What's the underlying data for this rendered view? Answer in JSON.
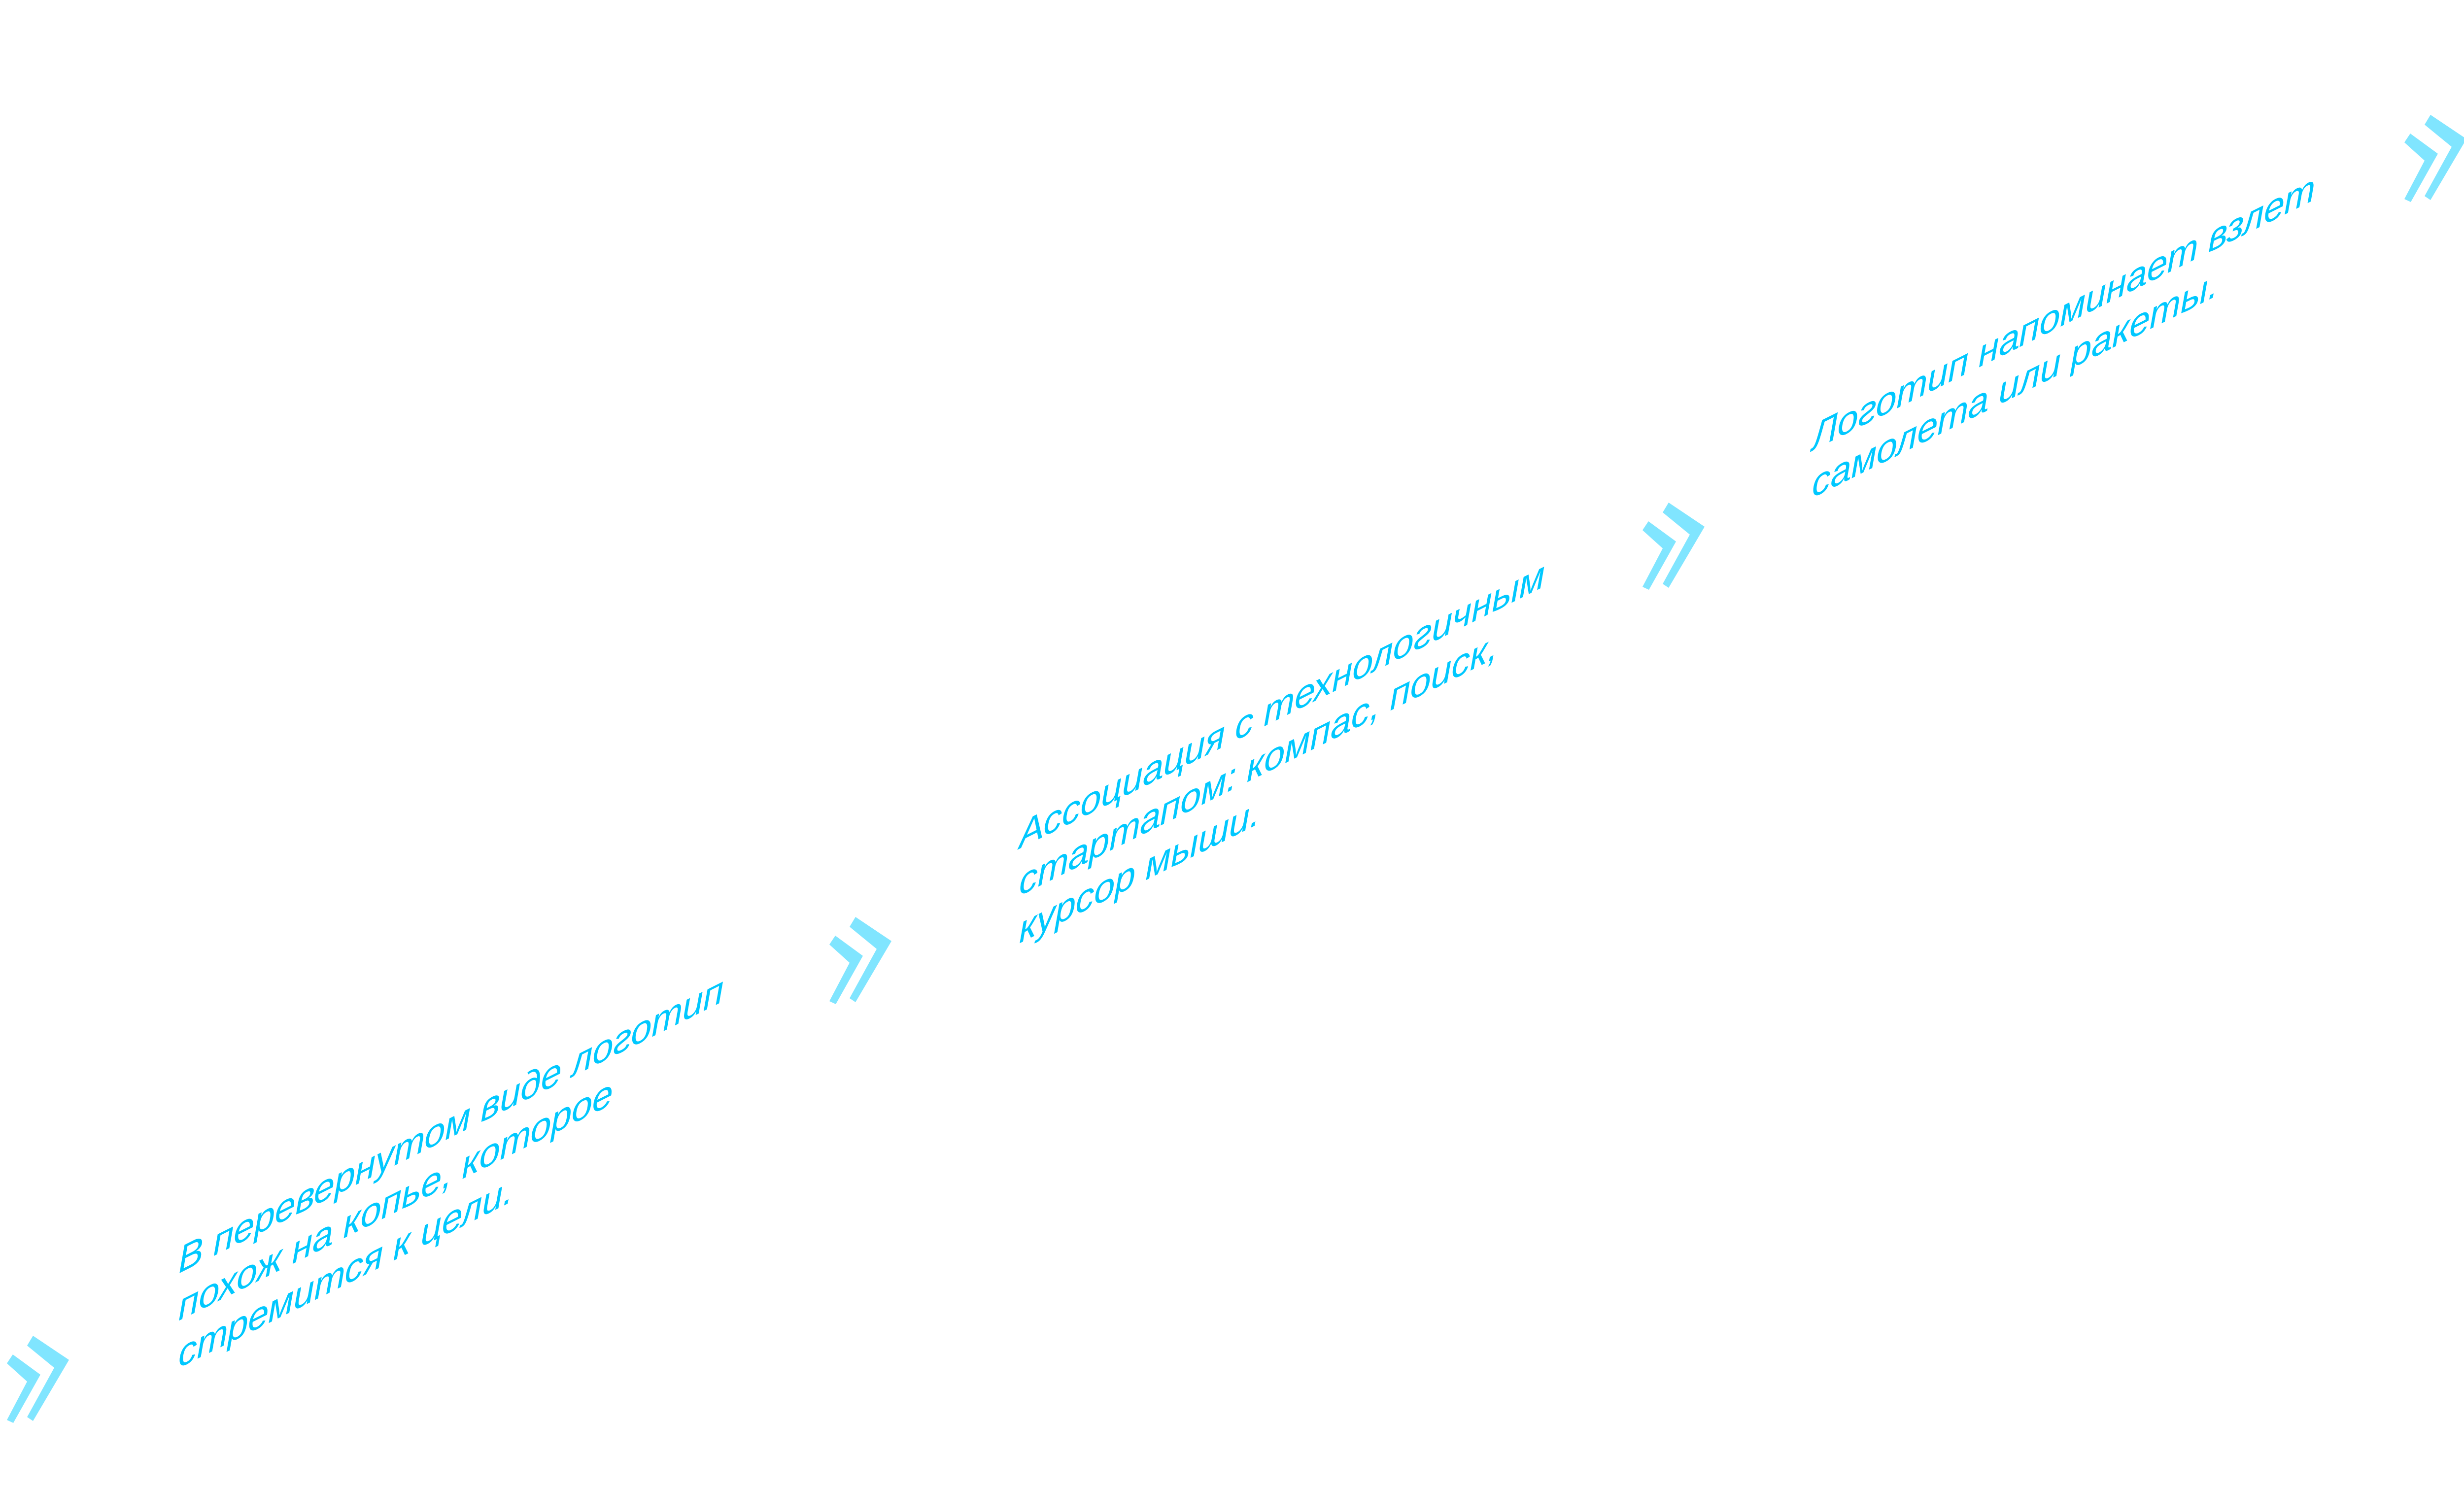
{
  "colors": {
    "text": "#00C8FF",
    "chevron": "#80E5FF",
    "background": "#FFFFFF"
  },
  "steps": [
    {
      "icon": "double-chevron-right-icon",
      "caption_lines": [
        "В перевернутом виде логотип",
        "похож на копье, которое",
        "стремится к цели."
      ]
    },
    {
      "icon": "double-chevron-right-icon",
      "caption_lines": [
        "Ассоциация с технологичным",
        "стартапом: компас, поиск,",
        "курсор мыши."
      ]
    },
    {
      "icon": "double-chevron-right-icon",
      "caption_lines": [
        "Логотип напоминает взлет",
        "самолета или ракеты."
      ]
    },
    {
      "icon": "double-chevron-right-icon",
      "caption_lines": []
    }
  ]
}
